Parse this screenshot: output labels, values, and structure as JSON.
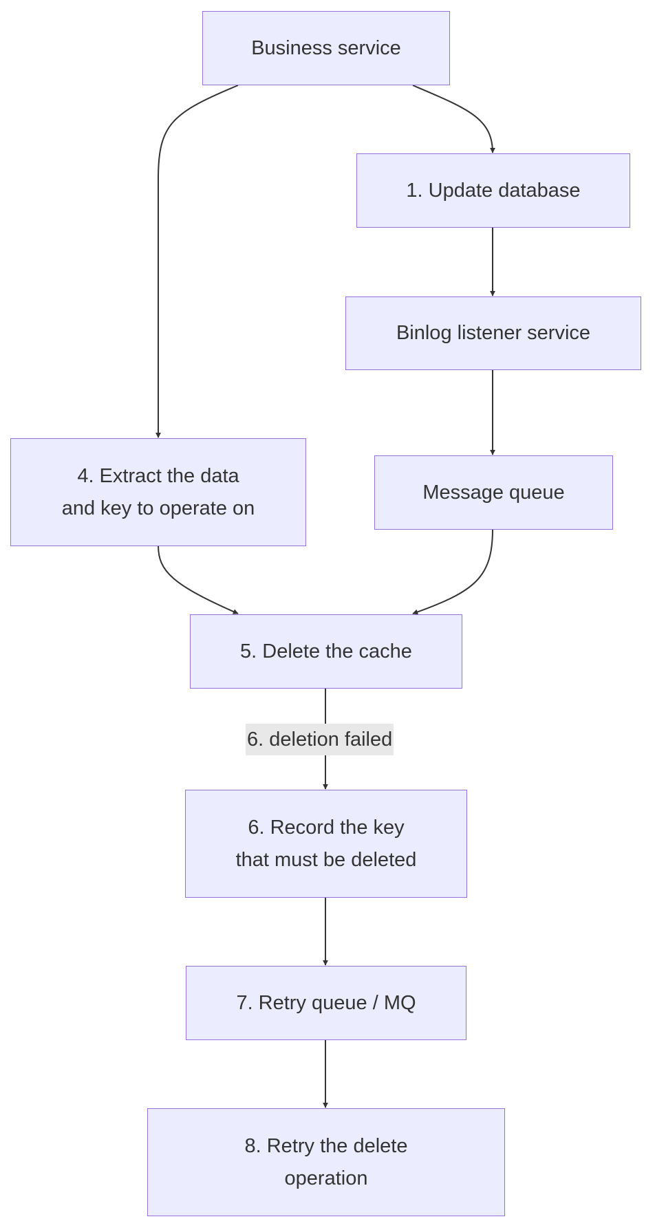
{
  "nodes": {
    "business_service": {
      "lines": [
        "Business service"
      ]
    },
    "update_database": {
      "lines": [
        "1. Update database"
      ]
    },
    "binlog_listener": {
      "lines": [
        "Binlog listener service"
      ]
    },
    "message_queue": {
      "lines": [
        "Message queue"
      ]
    },
    "extract_data": {
      "lines": [
        "4. Extract the data",
        "and key to operate on"
      ]
    },
    "delete_cache": {
      "lines": [
        "5. Delete the cache"
      ]
    },
    "record_key": {
      "lines": [
        "6. Record the key",
        "that must be deleted"
      ]
    },
    "retry_queue": {
      "lines": [
        "7. Retry queue / MQ"
      ]
    },
    "retry_delete": {
      "lines": [
        "8. Retry the delete",
        "operation"
      ]
    }
  },
  "edges": {
    "deletion_failed_label": "6. deletion failed"
  },
  "colors": {
    "node_fill": "#ececff",
    "node_border": "#9370db",
    "edge": "#333333",
    "edge_label_bg": "#e8e8e8",
    "text": "#333333"
  }
}
